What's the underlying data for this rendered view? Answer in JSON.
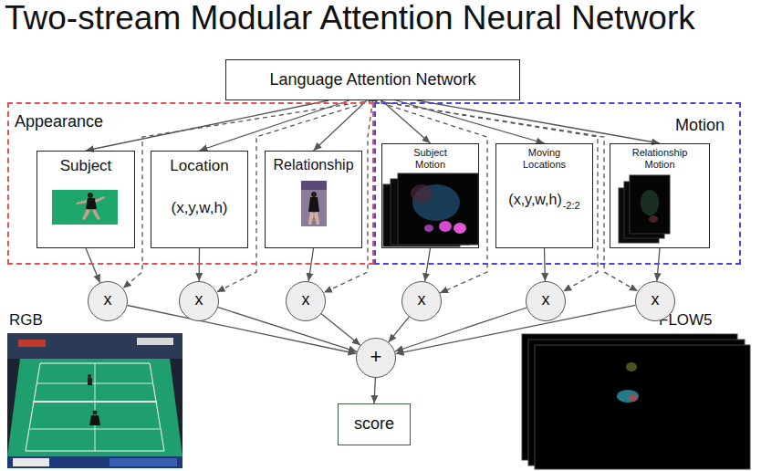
{
  "diagram": {
    "title": "Two-stream Modular Attention Neural Network",
    "nodes": [
      {
        "text": [
          "Language Attention Network"
        ]
      },
      {
        "text": [
          "Appearance"
        ]
      },
      {
        "text": [
          "Subject"
        ],
        "in": 1
      },
      {
        "text": [
          "Location",
          "(x,y,w,h)"
        ],
        "in": 1
      },
      {
        "text": [
          "Relationship"
        ],
        "in": 1
      },
      {
        "text": [
          "Motion"
        ]
      },
      {
        "text": [
          "Subject Motion"
        ],
        "in": 5
      },
      {
        "text": [
          "Moving Locations",
          "(x,y,w,h)",
          "-2:2"
        ],
        "in": 5
      },
      {
        "text": [
          "Relationship Motion"
        ],
        "in": 5
      },
      {
        "text": [
          "x"
        ]
      },
      {
        "text": [
          "x"
        ]
      },
      {
        "text": [
          "x"
        ]
      },
      {
        "text": [
          "x"
        ]
      },
      {
        "text": [
          "x"
        ]
      },
      {
        "text": [
          "x"
        ]
      },
      {
        "text": [
          "+"
        ]
      },
      {
        "text": [
          "score"
        ]
      }
    ],
    "edges": [
      {
        "from": 0,
        "to": 2,
        "arrow": "to"
      },
      {
        "from": 0,
        "to": 3,
        "arrow": "to"
      },
      {
        "from": 0,
        "to": 4,
        "arrow": "to"
      },
      {
        "from": 0,
        "to": 6,
        "arrow": "to"
      },
      {
        "from": 0,
        "to": 7,
        "arrow": "to"
      },
      {
        "from": 0,
        "to": 8,
        "arrow": "to"
      },
      {
        "from": 0,
        "to": 9,
        "arrow": "to"
      },
      {
        "from": 0,
        "to": 10,
        "arrow": "to"
      },
      {
        "from": 0,
        "to": 11,
        "arrow": "to"
      },
      {
        "from": 0,
        "to": 12,
        "arrow": "to"
      },
      {
        "from": 0,
        "to": 13,
        "arrow": "to"
      },
      {
        "from": 0,
        "to": 14,
        "arrow": "to"
      },
      {
        "from": 2,
        "to": 9,
        "arrow": "to"
      },
      {
        "from": 3,
        "to": 10,
        "arrow": "to"
      },
      {
        "from": 4,
        "to": 11,
        "arrow": "to"
      },
      {
        "from": 6,
        "to": 12,
        "arrow": "to"
      },
      {
        "from": 7,
        "to": 13,
        "arrow": "to"
      },
      {
        "from": 8,
        "to": 14,
        "arrow": "to"
      },
      {
        "from": 9,
        "to": 15,
        "arrow": "to"
      },
      {
        "from": 10,
        "to": 15,
        "arrow": "to"
      },
      {
        "from": 11,
        "to": 15,
        "arrow": "to"
      },
      {
        "from": 12,
        "to": 15,
        "arrow": "to"
      },
      {
        "from": 13,
        "to": 15,
        "arrow": "to"
      },
      {
        "from": 14,
        "to": 15,
        "arrow": "to"
      },
      {
        "from": 15,
        "to": 16,
        "arrow": "to"
      }
    ],
    "labels": [
      "RGB",
      "FLOW5"
    ]
  }
}
